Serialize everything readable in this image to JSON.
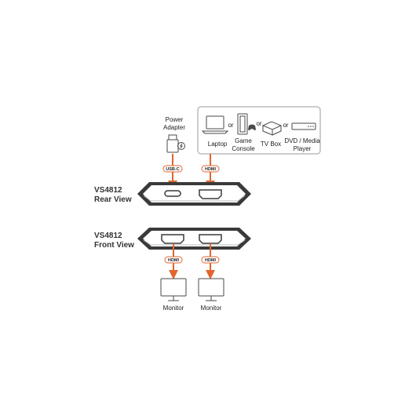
{
  "power": {
    "line1": "Power",
    "line2": "Adapter"
  },
  "sources": {
    "laptop": "Laptop",
    "console_line1": "Game",
    "console_line2": "Console",
    "tvbox": "TV Box",
    "dvd_line1": "DVD / Media",
    "dvd_line2": "Player",
    "or": "or"
  },
  "rear": {
    "line1": "VS4812",
    "line2": "Rear View"
  },
  "front": {
    "line1": "VS4812",
    "line2": "Front View"
  },
  "tags": {
    "usbc": "USB-C",
    "hdmi": "HDMI"
  },
  "monitor": "Monitor",
  "colors": {
    "cable": "#e0662e",
    "device_body": "#3a3a3a",
    "frame": "#9a9a9a"
  }
}
